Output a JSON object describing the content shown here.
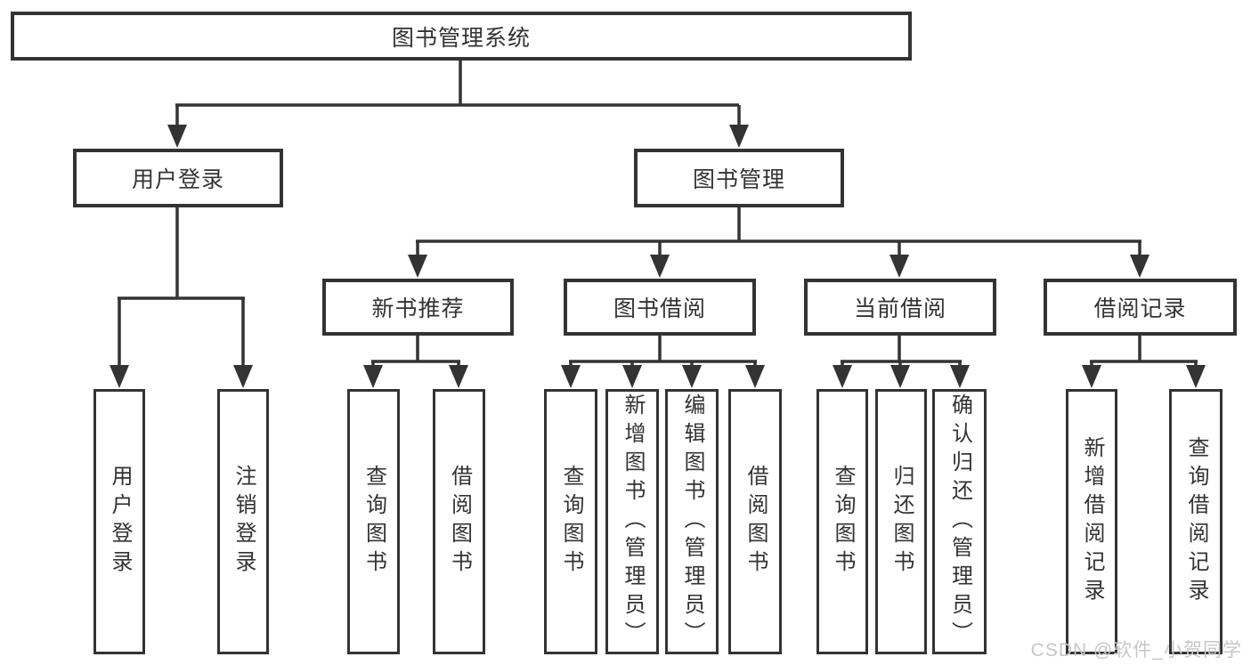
{
  "diagram_title": "图书管理系统",
  "nodes": {
    "root": "图书管理系统",
    "user_login": "用户登录",
    "book_mgmt": "图书管理",
    "new_book_rec": "新书推荐",
    "book_borrow": "图书借阅",
    "current_borrow": "当前借阅",
    "borrow_records": "借阅记录",
    "ul_login": "用户登录",
    "ul_logout": "注销登录",
    "nb_query": "查询图书",
    "nb_borrow": "借阅图书",
    "bb_query": "查询图书",
    "bb_add": "新增图书（管理员）",
    "bb_edit": "编辑图书（管理员）",
    "bb_borrow": "借阅图书",
    "cb_query": "查询图书",
    "cb_return": "归还图书",
    "cb_confirm": "确认归还（管理员）",
    "br_add": "新增借阅记录",
    "br_query": "查询借阅记录"
  },
  "hierarchy": {
    "图书管理系统": {
      "用户登录": [
        "用户登录",
        "注销登录"
      ],
      "图书管理": {
        "新书推荐": [
          "查询图书",
          "借阅图书"
        ],
        "图书借阅": [
          "查询图书",
          "新增图书（管理员）",
          "编辑图书（管理员）",
          "借阅图书"
        ],
        "当前借阅": [
          "查询图书",
          "归还图书",
          "确认归还（管理员）"
        ],
        "借阅记录": [
          "新增借阅记录",
          "查询借阅记录"
        ]
      }
    }
  },
  "watermark": "CSDN @软件_小贺同学",
  "colors": {
    "line": "#333333",
    "text": "#333333",
    "box_background": "#ffffff",
    "page_background": "#ffffff",
    "watermark": "#c7c7c7"
  }
}
